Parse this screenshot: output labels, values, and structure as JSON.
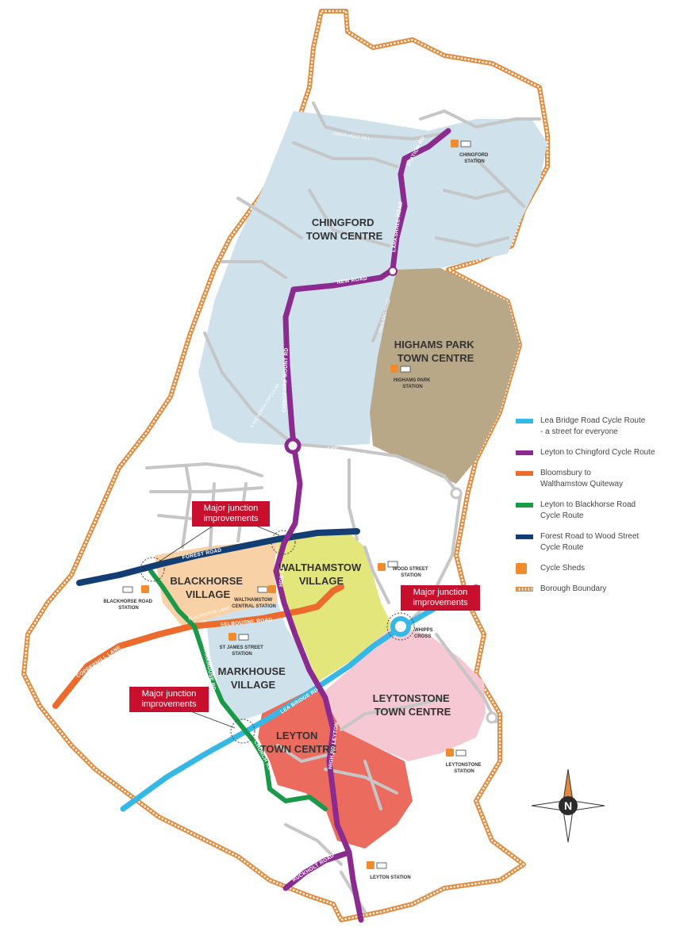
{
  "map": {
    "areas": {
      "chingford": "CHINGFORD TOWN CENTRE",
      "highams_park": "HIGHAMS PARK TOWN CENTRE",
      "blackhorse": "BLACKHORSE VILLAGE",
      "walthamstow": "WALTHAMSTOW VILLAGE",
      "markhouse": "MARKHOUSE VILLAGE",
      "leytonstone": "LEYTONSTONE TOWN CENTRE",
      "leyton": "LEYTON TOWN CENTRE"
    },
    "area_lines": {
      "chingford": [
        "CHINGFORD",
        "TOWN CENTRE"
      ],
      "highams_park": [
        "HIGHAMS PARK",
        "TOWN CENTRE"
      ],
      "blackhorse": [
        "BLACKHORSE",
        "VILLAGE"
      ],
      "walthamstow": [
        "WALTHAMSTOW",
        "VILLAGE"
      ],
      "markhouse": [
        "MARKHOUSE",
        "VILLAGE"
      ],
      "leytonstone": [
        "LEYTONSTONE",
        "TOWN CENTRE"
      ],
      "leyton": [
        "LEYTON",
        "TOWN CENTRE"
      ]
    },
    "stations": {
      "chingford": [
        "CHINGFORD",
        "STATION"
      ],
      "highams_park": [
        "HIGHAMS PARK",
        "STATION"
      ],
      "wood_street": [
        "WOOD STREET",
        "STATION"
      ],
      "walthamstow_central": [
        "WALTHAMSTOW",
        "CENTRAL STATION"
      ],
      "blackhorse_road": [
        "BLACKHORSE ROAD",
        "STATION"
      ],
      "st_james_street": [
        "ST JAMES STREET",
        "STATION"
      ],
      "leytonstone": [
        "LEYTONSTONE",
        "STATION"
      ],
      "leyton": [
        "LEYTON STATION"
      ],
      "whipps_cross": [
        "WHIPPS",
        "CROSS"
      ]
    },
    "roads": {
      "station_rd": "STATION RD",
      "larkshall_road": "LARKSHALL ROAD",
      "new_road": "NEW ROAD",
      "chingford_mount_rd": "CHINGFORD MOUNT RD",
      "north_circular": "A 406 NORTH CIRCULAR",
      "a406": "A 406",
      "forest_road": "FOREST ROAD",
      "hoe_st": "HOE ST",
      "selbourne_road": "SELBOURNE ROAD",
      "coppermill_lane": "COPPERMILL LANE",
      "markhouse_rd": "MARKHOUSE RD",
      "lea_bridge_rd": "LEA BRIDGE RD",
      "church_rd": "CHURCH RD",
      "high_rd_leyton": "HIGH RD LEYTON",
      "ruckholt_road": "RUCKHOLT ROAD",
      "kings_head_hill": "KINGS HEAD HILL",
      "hale_end_road": "HALE END ROAD",
      "blackhorse_lane": "BLACKHORSE LANE"
    },
    "callouts": {
      "north": "Major junction improvements",
      "east": "Major junction improvements",
      "south": "Major junction improvements"
    },
    "callout_lines": {
      "north": [
        "Major junction",
        "improvements"
      ],
      "east": [
        "Major junction",
        "improvements"
      ],
      "south": [
        "Major junction",
        "improvements"
      ]
    },
    "compass_letter": "N"
  },
  "legend": {
    "items": [
      {
        "key": "lea_bridge",
        "lines": [
          "Lea Bridge Road Cycle Route",
          "- a street for everyone"
        ],
        "color": "#35b8e6"
      },
      {
        "key": "leyton_chingford",
        "lines": [
          "Leyton to Chingford Cycle Route"
        ],
        "color": "#8b2a8f"
      },
      {
        "key": "bloomsbury",
        "lines": [
          "Bloomsbury to",
          "Walthamstow Quiteway"
        ],
        "color": "#ec6a2c"
      },
      {
        "key": "leyton_blackhorse",
        "lines": [
          "Leyton to Blackhorse Road",
          "Cycle Route"
        ],
        "color": "#1a9a48"
      },
      {
        "key": "forest_road",
        "lines": [
          "Forest Road to Wood Street",
          "Cycle Route"
        ],
        "color": "#133e74"
      }
    ],
    "cycle_sheds": "Cycle Sheds",
    "borough_boundary": "Borough Boundary",
    "shed_color": "#f08c2e",
    "boundary_color": "#e3893c"
  },
  "colors": {
    "chingford_fill": "#cfe1ea",
    "highams_fill": "#b9a888",
    "blackhorse_fill": "#f8d2a6",
    "walthamstow_fill": "#e3e67a",
    "markhouse_fill": "#cfe1ea",
    "leytonstone_fill": "#f6c8d3",
    "leyton_fill": "#ec6b5f",
    "callout_red": "#c8102e",
    "road_grey": "#c6c6c6"
  }
}
